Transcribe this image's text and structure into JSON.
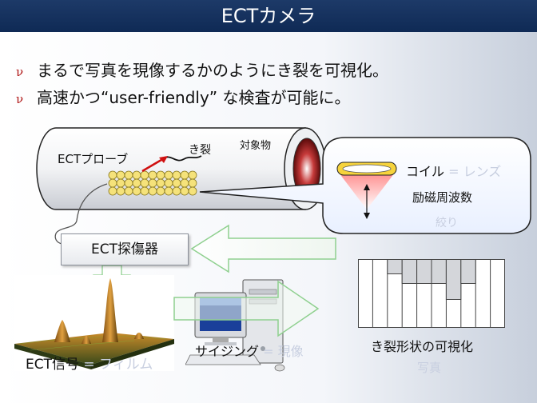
{
  "title": "ECTカメラ",
  "bullets": [
    {
      "mark": "ν",
      "text": "まるで写真を現像するかのようにき裂を可視化。"
    },
    {
      "mark": "ν",
      "text": "高速かつ“user-friendly” な検査が可能に。"
    }
  ],
  "diagram": {
    "probe_label": "ECTプローブ",
    "crack_label": "き裂",
    "target_label": "対象物",
    "coil_main": "コイル",
    "coil_faint": " = レンズ",
    "freq_label": "励磁周波数",
    "aperture_label": "絞り",
    "detector_label": "ECT探傷器",
    "signal_main": "ECT信号",
    "signal_faint": " = フィルム",
    "sizing_main": "サイジング",
    "sizing_faint": " = 現像",
    "shape_label": "き裂形状の可視化",
    "photo_label": "写真"
  },
  "colors": {
    "title_bg": "#0f2a55",
    "bullet_mark": "#b01818",
    "faint_text": "#c8cfe0",
    "probe_element": "#f5e27a",
    "crack_arrow": "#d01010"
  },
  "icons": {
    "cylinder": "pipe-cylinder-icon",
    "coil": "coil-lens-icon",
    "monitor": "computer-icon"
  }
}
